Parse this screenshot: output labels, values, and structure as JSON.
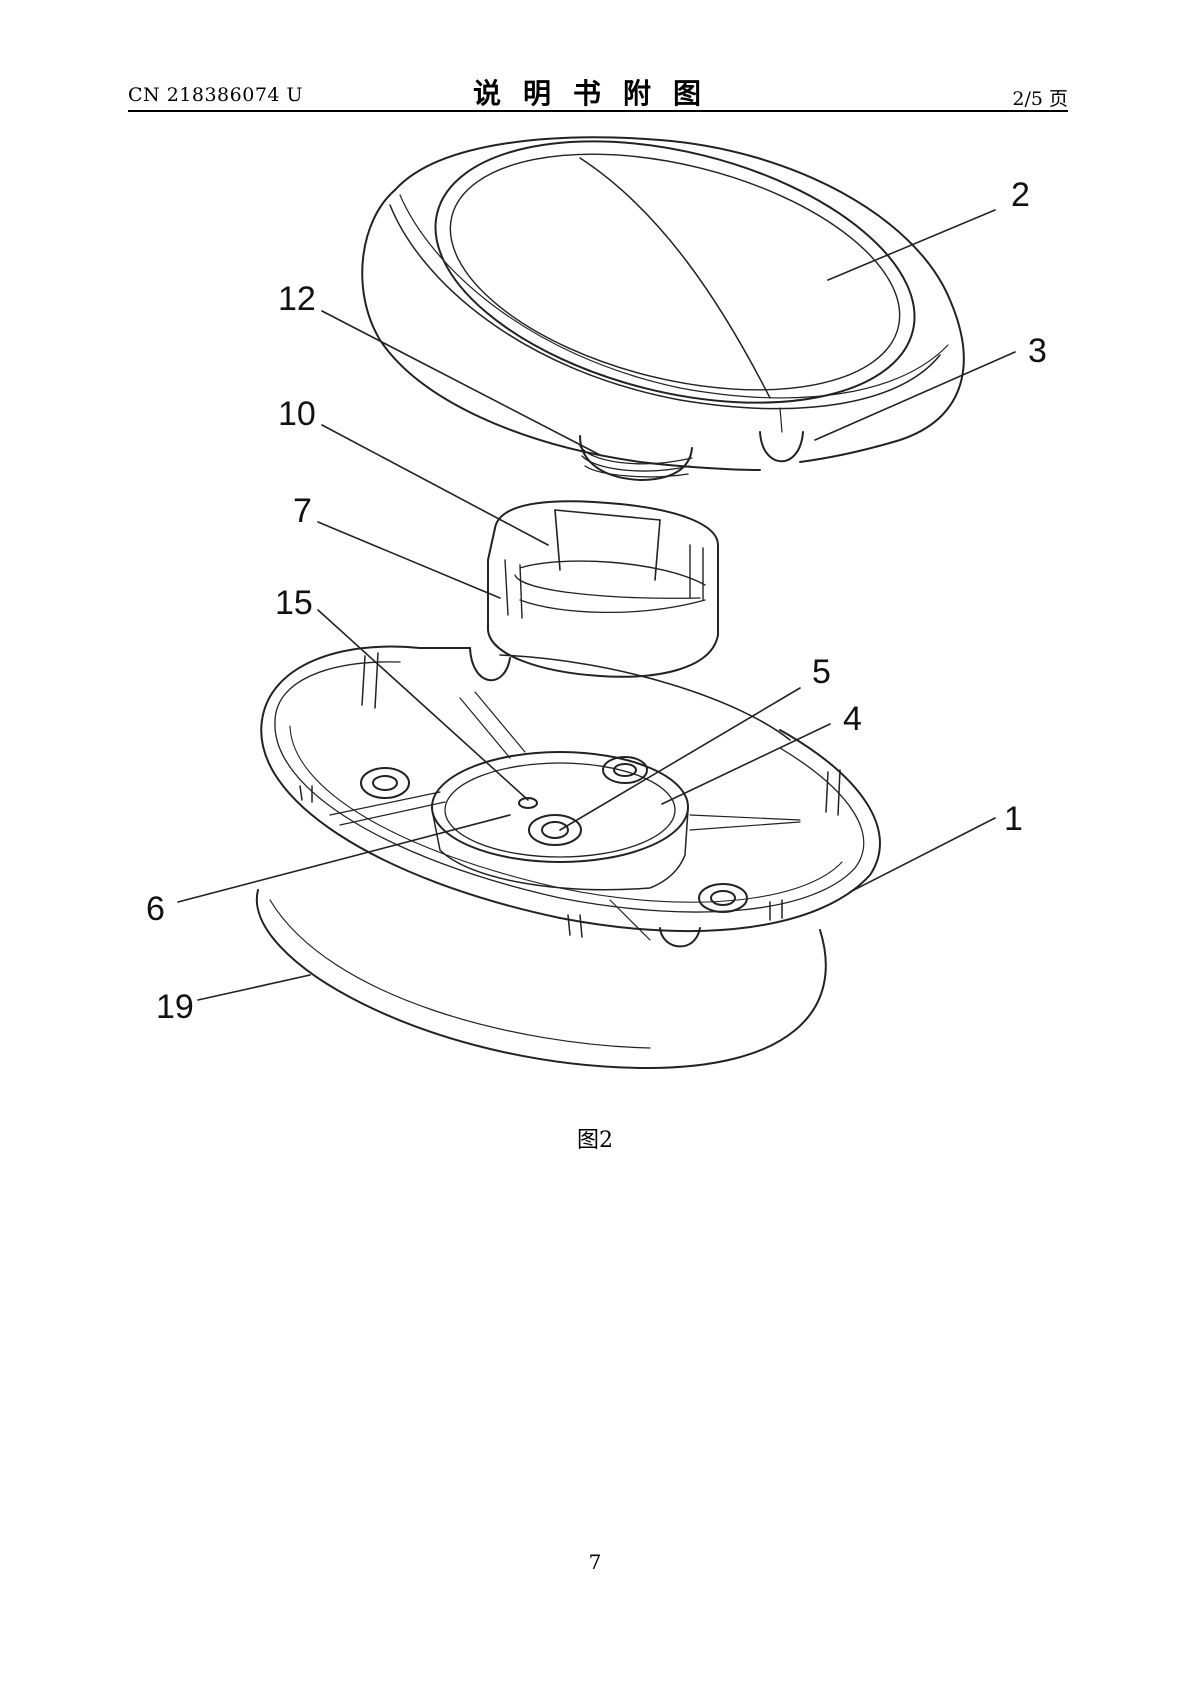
{
  "header": {
    "patent_number": "CN 218386074 U",
    "title": "说明书附图",
    "page_ratio": "2/5 页"
  },
  "figure": {
    "caption": "图2",
    "labels": {
      "l2": "2",
      "l3": "3",
      "l12": "12",
      "l10": "10",
      "l7": "7",
      "l15": "15",
      "l5": "5",
      "l4": "4",
      "l1": "1",
      "l6": "6",
      "l19": "19"
    }
  },
  "footer": {
    "page_number": "7"
  }
}
